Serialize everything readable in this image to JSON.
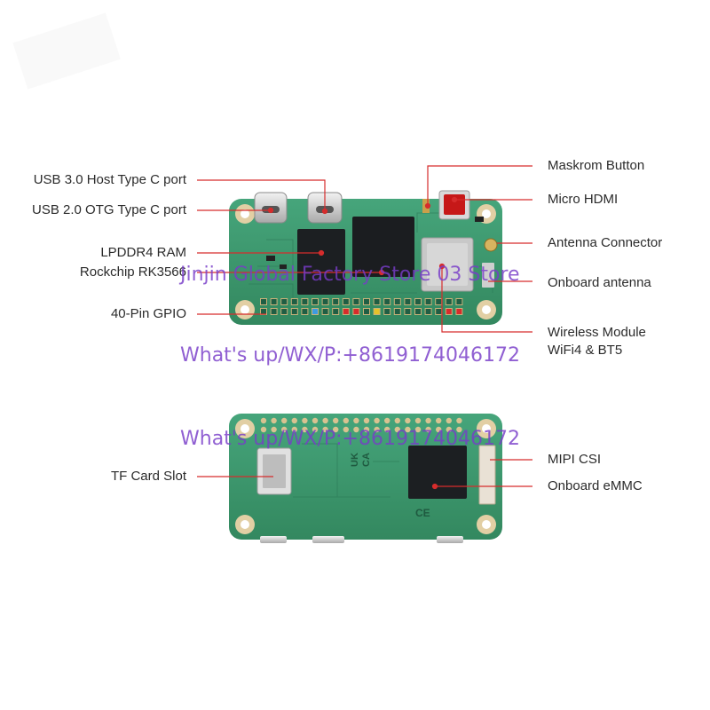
{
  "labels": {
    "usb30": "USB 3.0 Host Type C port",
    "usb20": "USB 2.0 OTG Type C port",
    "ram": "LPDDR4 RAM",
    "soc": "Rockchip RK3566",
    "gpio": "40-Pin GPIO",
    "maskrom": "Maskrom Button",
    "hdmi": "Micro HDMI",
    "antenna_connector": "Antenna Connector",
    "onboard_antenna": "Onboard antenna",
    "wireless_line1": "Wireless Module",
    "wireless_line2": "WiFi4 & BT5",
    "tf_card": "TF Card Slot",
    "mipi": "MIPI CSI",
    "emmc": "Onboard eMMC"
  },
  "watermarks": {
    "store": "Jinjin Global Factory Store 03 Store",
    "contact1": "What's up/WX/P:+8619174046172",
    "contact2": "What's up/WX/P:+8619174046172"
  },
  "board_text": {
    "uk_mark": "UK",
    "ca_mark": "CA",
    "ce_mark": "CE"
  },
  "colors": {
    "pcb": "#3e9a72",
    "pcb_dark": "#2e7d5a",
    "chip": "#1c1f22",
    "leader": "#d62c2c",
    "hole_ring": "#d9c398",
    "watermark": "#7a3cc8"
  }
}
